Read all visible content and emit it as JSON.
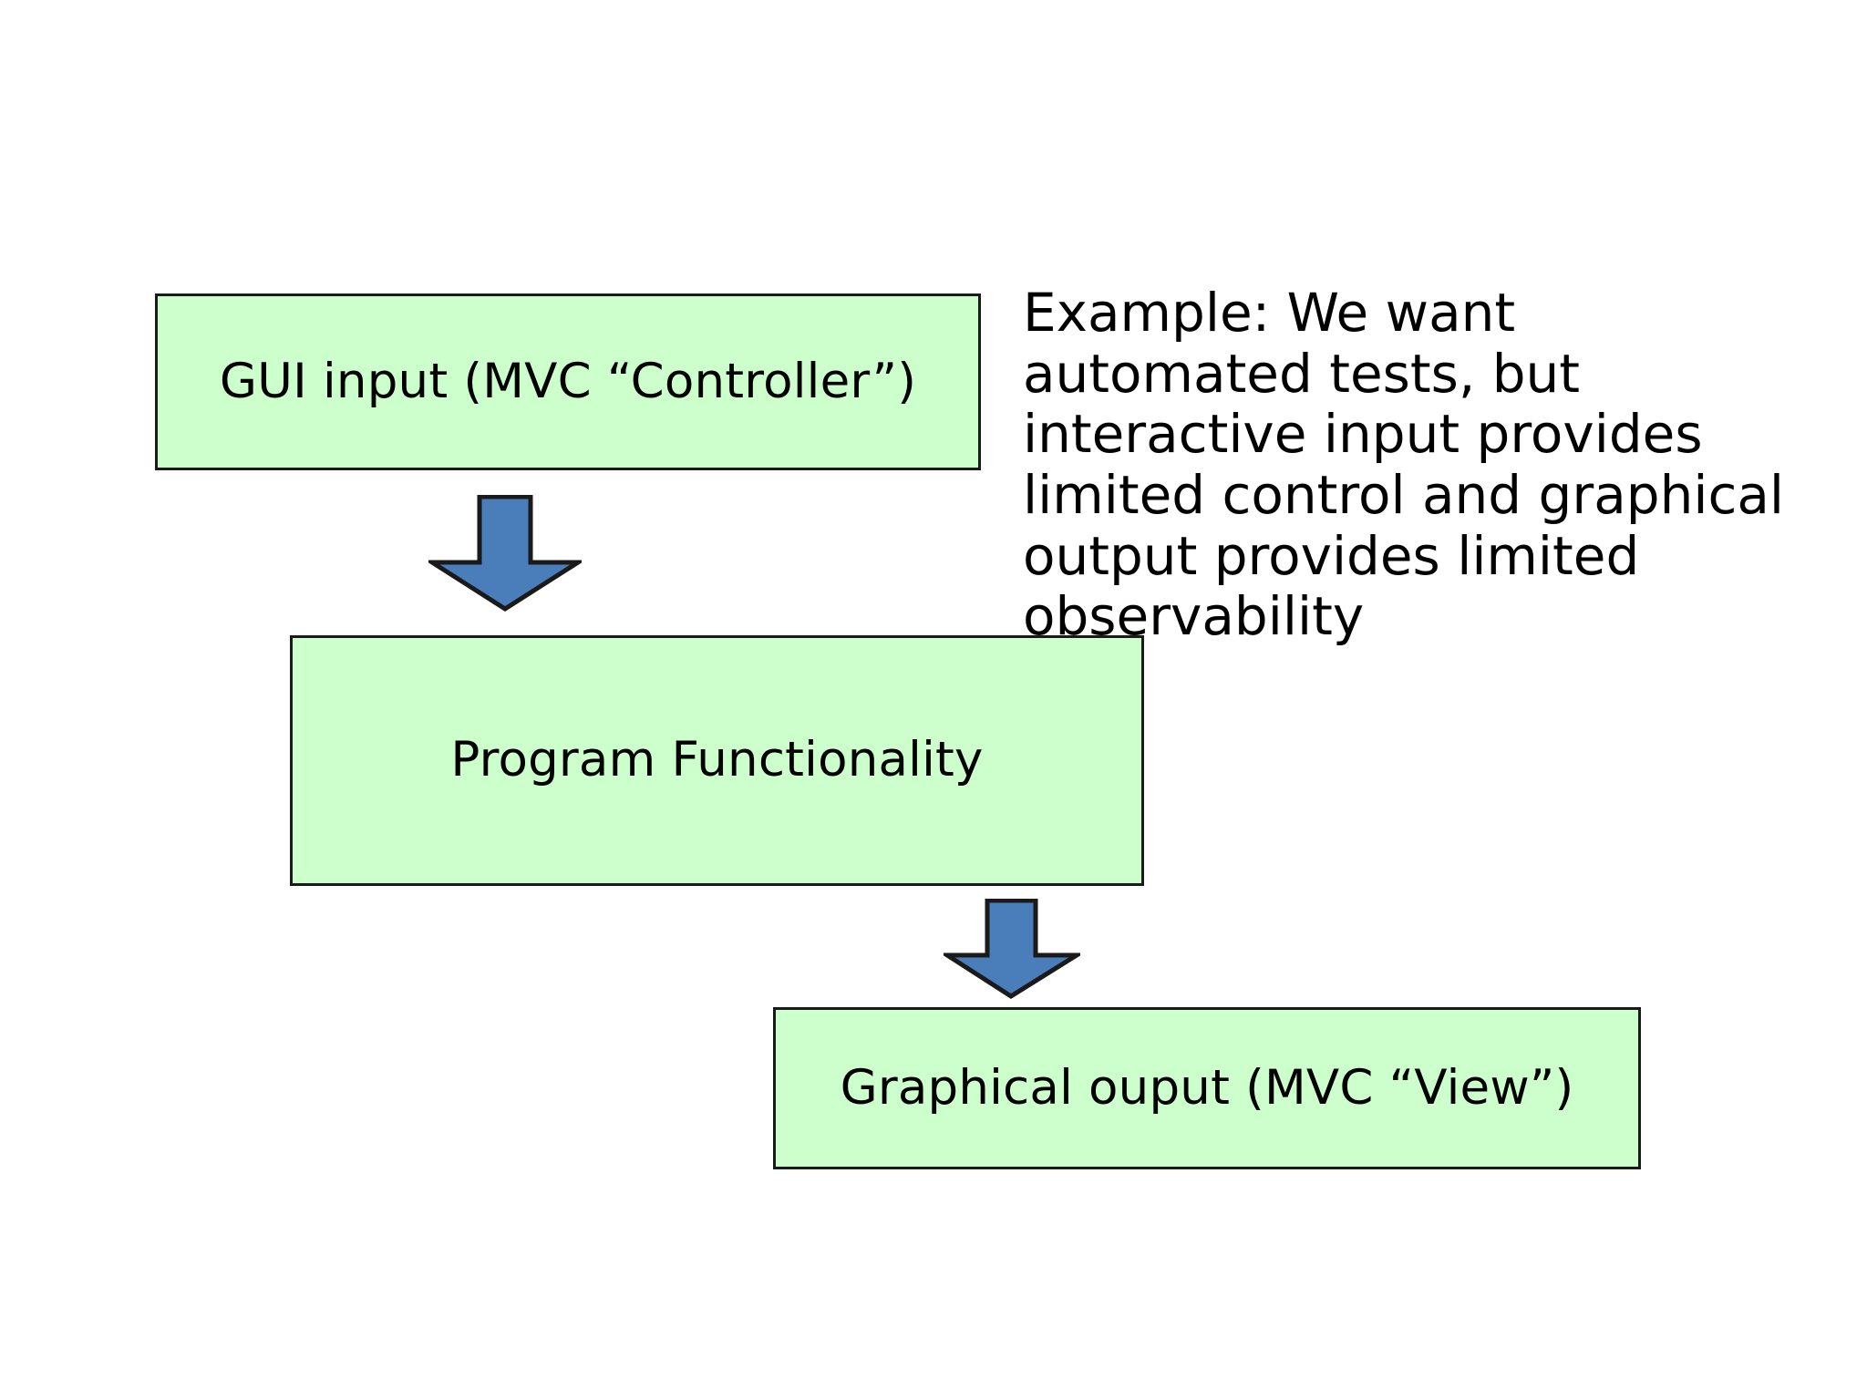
{
  "slide": {
    "background_color": "#ffffff",
    "box_fill_color": "#ccffcc",
    "box_border_color": "#1a1a1a",
    "arrow_fill_color": "#4a7ebb",
    "arrow_border_color": "#1a1a1a",
    "text_color": "#000000"
  },
  "diagram": {
    "type": "flowchart",
    "nodes": [
      {
        "id": "gui-input",
        "label": "GUI input (MVC “Controller”)"
      },
      {
        "id": "program-functionality",
        "label": "Program Functionality"
      },
      {
        "id": "graphical-output",
        "label": "Graphical ouput (MVC “View”)"
      }
    ],
    "edges": [
      {
        "id": "input-to-functionality",
        "from": "gui-input",
        "to": "program-functionality",
        "direction": "down",
        "style": "block-arrow"
      },
      {
        "id": "functionality-to-output",
        "from": "program-functionality",
        "to": "graphical-output",
        "direction": "down",
        "style": "block-arrow"
      }
    ]
  },
  "note": {
    "lines": [
      "Example: We want",
      "automated tests, but",
      "interactive input provides",
      "limited control and graphical",
      "output provides limited",
      "observability"
    ],
    "full_text": "Example: We want automated tests, but interactive input provides limited control and graphical output provides limited observability"
  }
}
